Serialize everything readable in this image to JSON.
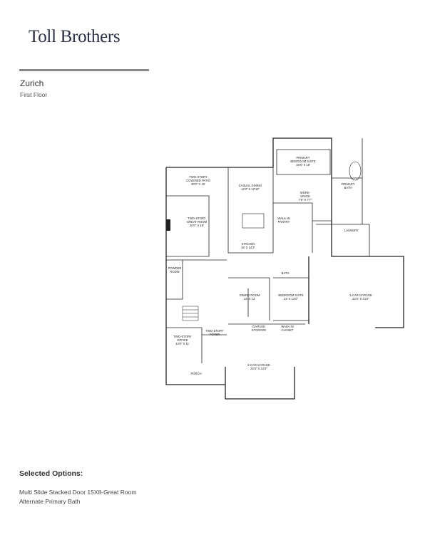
{
  "brand": {
    "logo_text": "Toll Brothers"
  },
  "plan": {
    "name": "Zurich",
    "floor": "First Floor"
  },
  "rooms": {
    "covered_patio": [
      "TWO-STORY",
      "COVERED PATIO",
      "20'0\" X 10'"
    ],
    "casual_dining": [
      "CASUAL DINING",
      "14'3\" X 12'10\""
    ],
    "primary_bedroom": [
      "PRIMARY",
      "BEDROOM SUITE",
      "15'6\" X 18'"
    ],
    "primary_bath": [
      "PRIMARY",
      "BATH"
    ],
    "great_room": [
      "TWO-STORY",
      "GREAT ROOM",
      "20'0\" X 19'"
    ],
    "kitchen": [
      "KITCHEN",
      "18' X 14'3\""
    ],
    "walkin_pantry": [
      "WALK-IN",
      "PANTRY"
    ],
    "workspace": [
      "WORK-",
      "SPACE",
      "7'6\" X 7'7\""
    ],
    "laundry": [
      "LAUNDRY"
    ],
    "powder_room": [
      "POWDER",
      "ROOM"
    ],
    "dining_room": [
      "DINING ROOM",
      "13' X 12'"
    ],
    "bedroom_suite": [
      "BEDROOM SUITE",
      "13' X 12'0\""
    ],
    "bath": [
      "BATH"
    ],
    "garage_3car": [
      "3-CAR GARAGE",
      "22'0\" X 21'0\""
    ],
    "office": [
      "TWO-STORY",
      "OFFICE",
      "14'0\" X 11'"
    ],
    "foyer": [
      "TWO-STORY",
      "FOYER"
    ],
    "garage_storage": [
      "GARAGE",
      "STORAGE"
    ],
    "walkin_closet": [
      "WALK-IN",
      "CLOSET"
    ],
    "garage_2car": [
      "2-CAR GARAGE",
      "22'0\" X 21'0\""
    ],
    "porch": [
      "PORCH"
    ]
  },
  "selected_options": {
    "heading": "Selected Options:",
    "items": [
      "Multi Slide Stacked Door 15X8-Great Room",
      "Alternate Primary Bath"
    ]
  }
}
